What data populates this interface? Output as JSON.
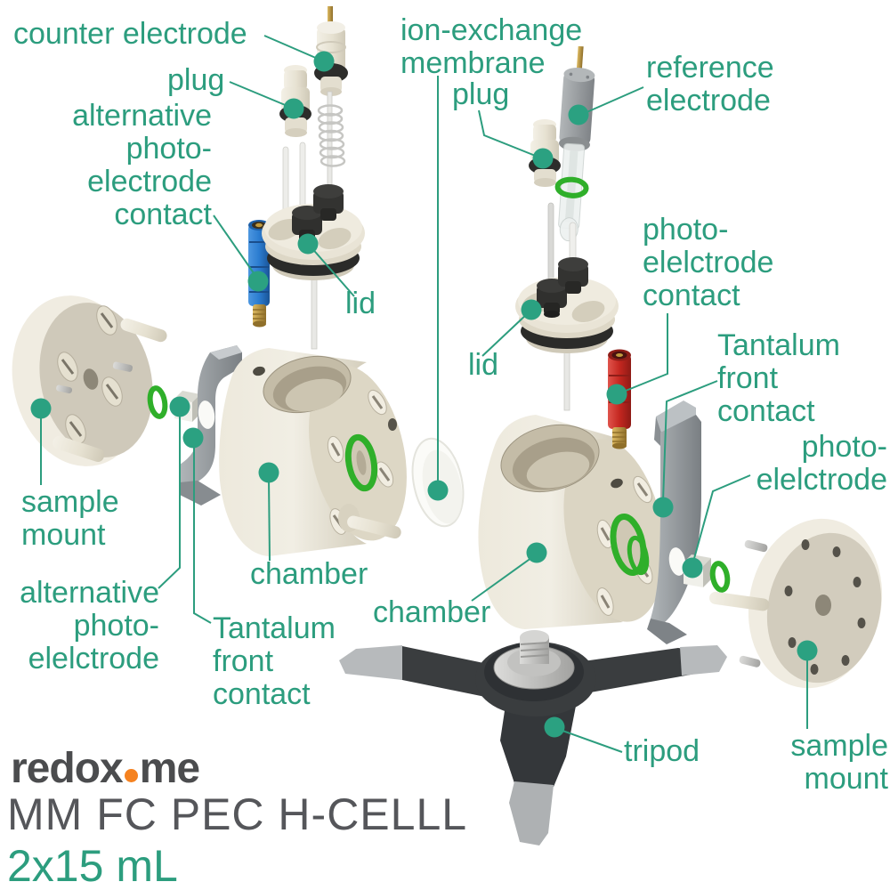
{
  "product": {
    "brand_prefix": "redox",
    "brand_suffix": "me",
    "title": "MM FC PEC H-CELLL",
    "volume": "2x15 mL"
  },
  "colors": {
    "accent_teal": "#2C9D7E",
    "logo_gray": "#4B4C4E",
    "logo_orange": "#F58220",
    "title_gray": "#55565A",
    "oring_green": "#2FAF2A",
    "contact_red": "#C42720",
    "contact_blue": "#2B7CD0",
    "body_cream": "#E9E4D6"
  },
  "labels": {
    "counter_electrode": "counter electrode",
    "plug_left": "plug",
    "alt_photo_electrode_contact": "alternative\nphoto-\nelectrode\ncontact",
    "lid_left": "lid",
    "ion_exchange_membrane": "ion-exchange\nmembrane",
    "plug_right": "plug",
    "reference_electrode": "reference\nelectrode",
    "photo_electrode_contact": "photo-\nelelctrode\ncontact",
    "tantalum_front_contact_right": "Tantalum\nfront\ncontact",
    "photo_electrode": "photo-\nelelctrode",
    "sample_mount_left": "sample\nmount",
    "alt_photo_electrode": "alternative\nphoto-\nelelctrode",
    "tantalum_front_contact_left": "Tantalum\nfront\ncontact",
    "chamber_left": "chamber",
    "chamber_right": "chamber",
    "lid_right": "lid",
    "tripod": "tripod",
    "sample_mount_right": "sample\nmount"
  }
}
